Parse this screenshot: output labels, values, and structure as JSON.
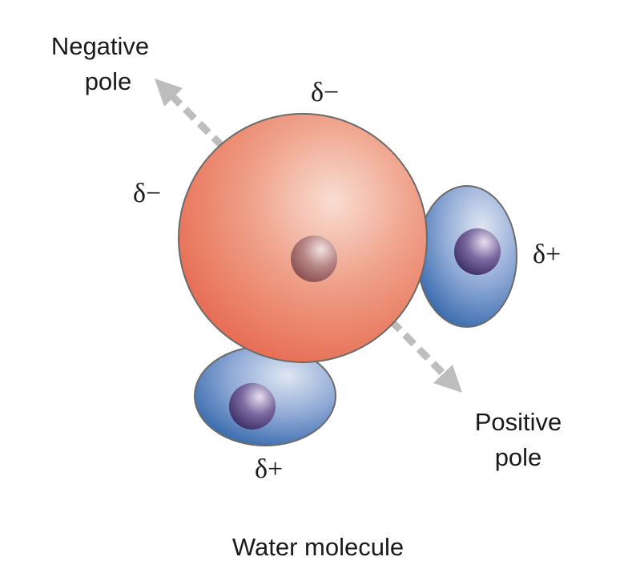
{
  "labels": {
    "negative_pole": [
      "Negative",
      "pole"
    ],
    "positive_pole": [
      "Positive",
      "pole"
    ],
    "caption": "Water molecule",
    "charge_top": "δ−",
    "charge_left": "δ−",
    "charge_right": "δ+",
    "charge_bottom": "δ+"
  },
  "colors": {
    "oxygen": "#e8735a",
    "hydrogen": "#4f7fc0",
    "nucleus_oxygen": "#9a5a5a",
    "nucleus_hydrogen": "#4e3f7a",
    "arrow": "#bdbdbd",
    "outline": "#6b6b6b"
  }
}
